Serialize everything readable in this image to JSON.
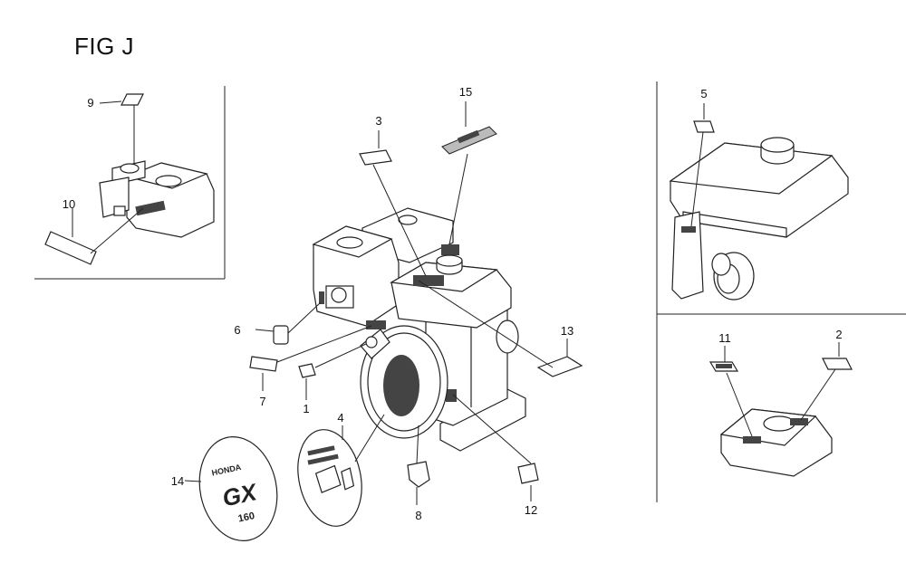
{
  "figure": {
    "title": "FIG J",
    "callouts": [
      {
        "id": "c1",
        "label": "1"
      },
      {
        "id": "c2",
        "label": "2"
      },
      {
        "id": "c3",
        "label": "3"
      },
      {
        "id": "c4",
        "label": "4"
      },
      {
        "id": "c5",
        "label": "5"
      },
      {
        "id": "c6",
        "label": "6"
      },
      {
        "id": "c7",
        "label": "7"
      },
      {
        "id": "c8",
        "label": "8"
      },
      {
        "id": "c9",
        "label": "9"
      },
      {
        "id": "c10",
        "label": "10"
      },
      {
        "id": "c11",
        "label": "11"
      },
      {
        "id": "c12",
        "label": "12"
      },
      {
        "id": "c13",
        "label": "13"
      },
      {
        "id": "c14",
        "label": "14"
      },
      {
        "id": "c15",
        "label": "15"
      }
    ],
    "decals": {
      "honda_brand": "HONDA",
      "model_prefix": "GX",
      "model_number": "160"
    }
  }
}
